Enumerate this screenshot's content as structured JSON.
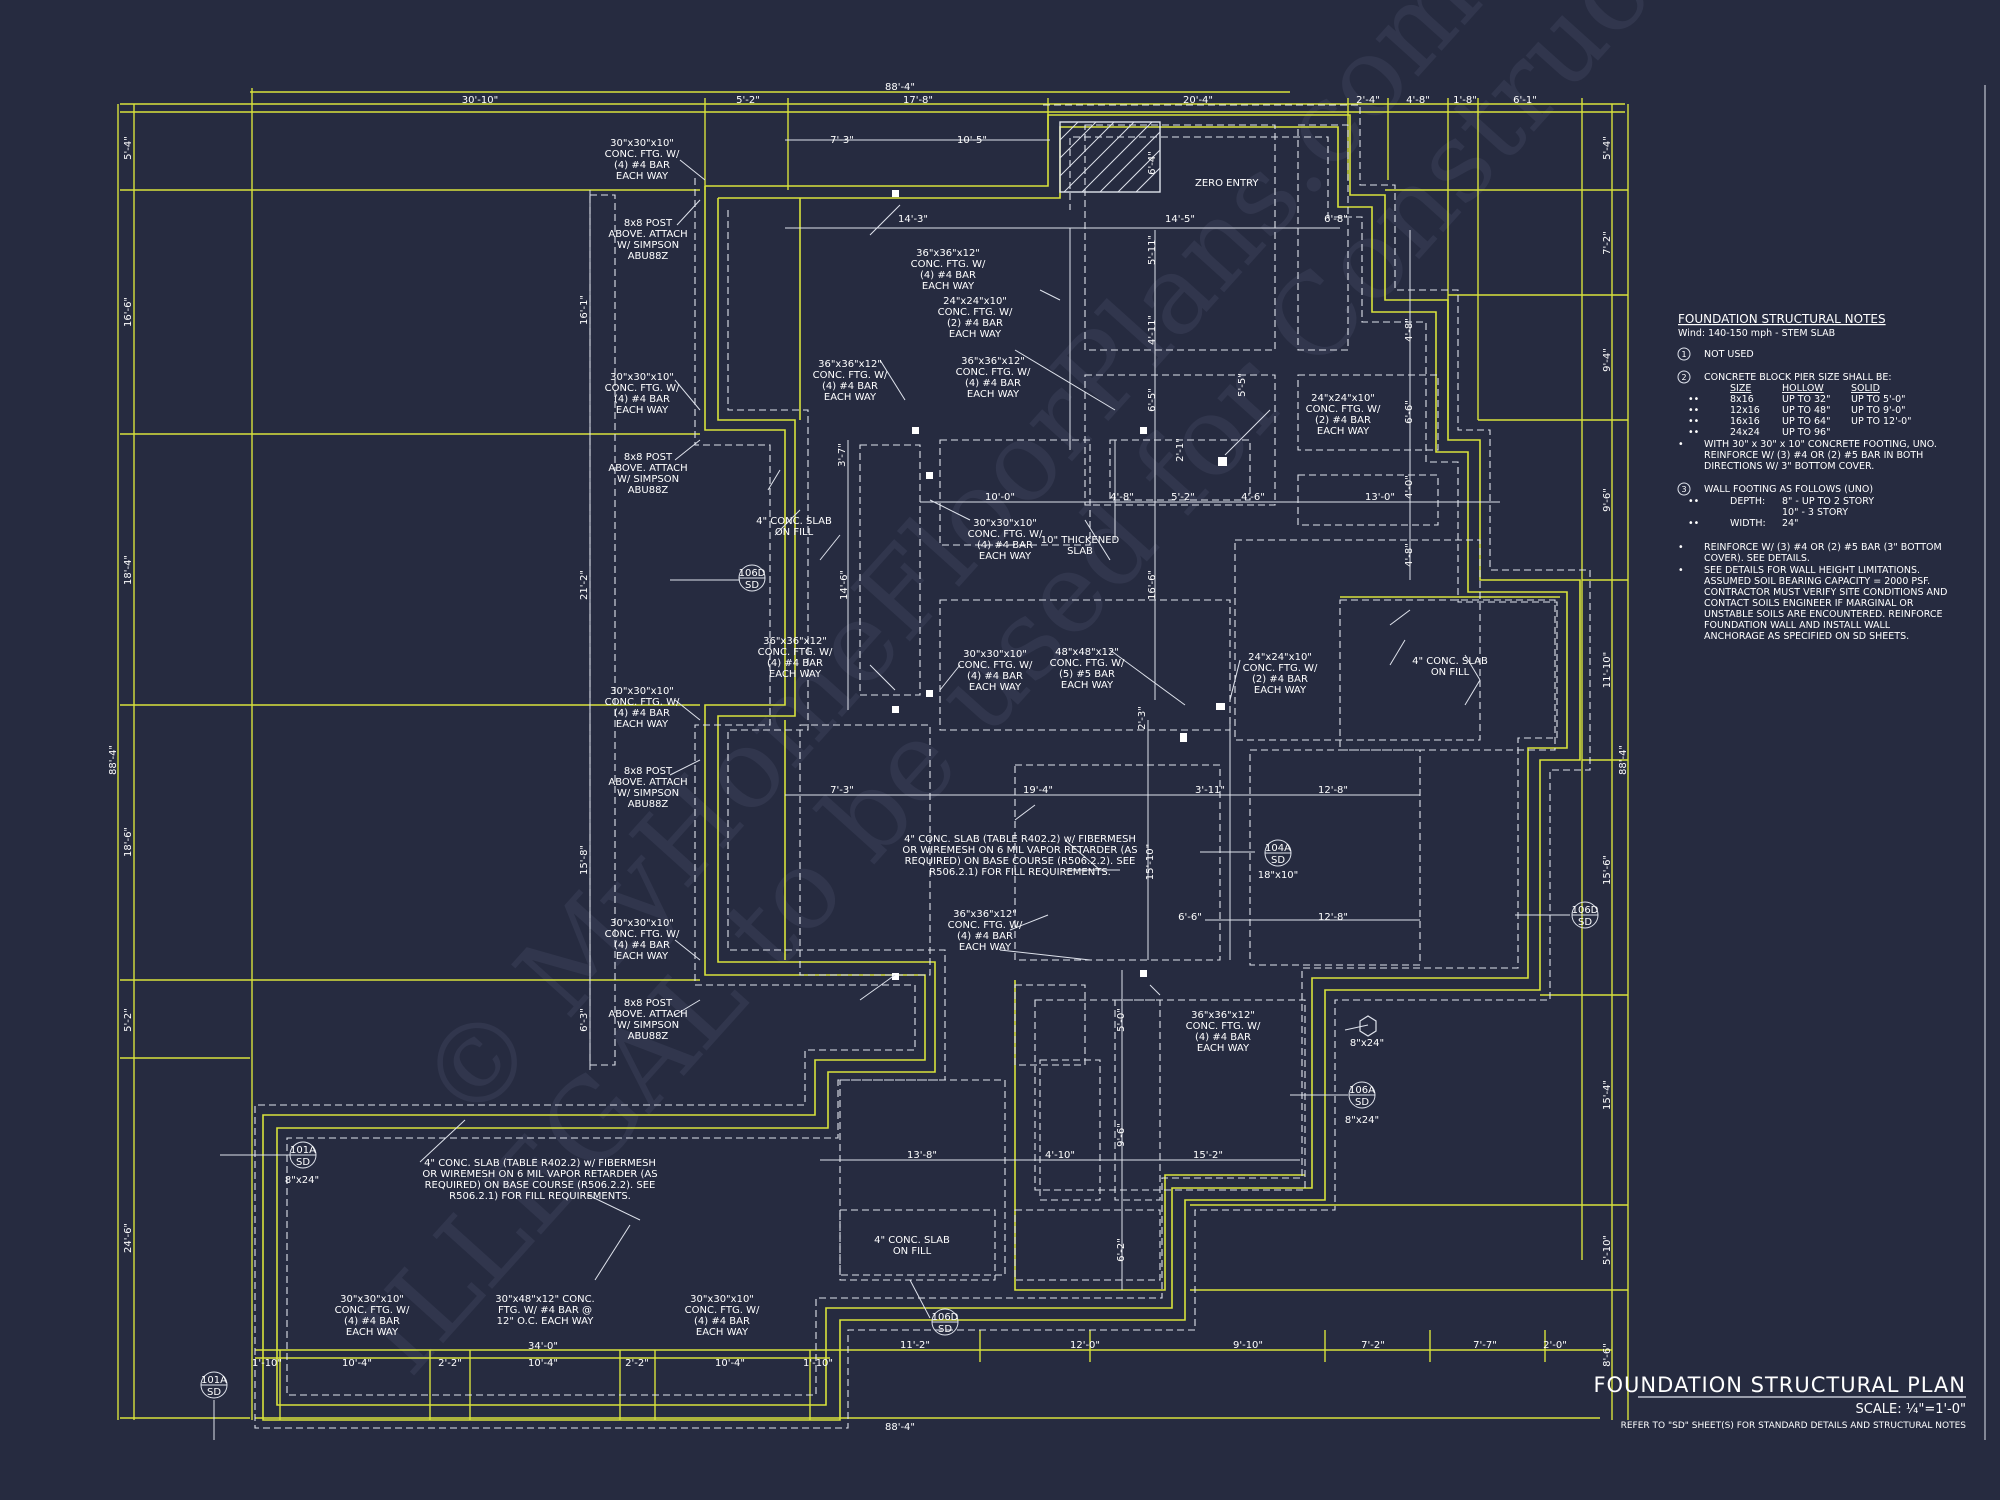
{
  "watermark": {
    "line1": "© MyHomeFloorPlans.com",
    "line2": "ILLEGAL to be used for Construction"
  },
  "title": {
    "main": "FOUNDATION STRUCTURAL PLAN",
    "scale": "SCALE: ¼\"=1'-0\"",
    "refer": "REFER TO \"SD\" SHEET(S) FOR STANDARD DETAILS AND STRUCTURAL NOTES"
  },
  "notes": {
    "heading": "FOUNDATION STRUCTURAL NOTES",
    "wind": "Wind: 140-150 mph - STEM SLAB",
    "n1_num": "1",
    "n1": "NOT USED",
    "n2_num": "2",
    "n2": "CONCRETE BLOCK PIER SIZE SHALL BE:",
    "pier_cols": [
      "SIZE",
      "HOLLOW",
      "SOLID"
    ],
    "pier_rows": [
      [
        "8x16",
        "UP TO 32\"",
        "UP TO 5'-0\""
      ],
      [
        "12x16",
        "UP TO 48\"",
        "UP TO 9'-0\""
      ],
      [
        "16x16",
        "UP TO 64\"",
        "UP TO 12'-0\""
      ],
      [
        "24x24",
        "UP TO 96\"",
        ""
      ]
    ],
    "n2b_l1": "WITH 30\" x 30\" x 10\" CONCRETE FOOTING, UNO.",
    "n2b_l2": "REINFORCE W/ (3) #4 OR (2) #5 BAR IN BOTH",
    "n2b_l3": "DIRECTIONS W/ 3\" BOTTOM COVER.",
    "n3_num": "3",
    "n3": "WALL FOOTING AS FOLLOWS (UNO)",
    "depth_label": "DEPTH:",
    "depth1": "8\" - UP TO 2 STORY",
    "depth2": "10\" - 3 STORY",
    "width_label": "WIDTH:",
    "width": "24\"",
    "r1_l1": "REINFORCE W/ (3) #4 OR (2) #5 BAR (3\" BOTTOM",
    "r1_l2": "COVER). SEE DETAILS.",
    "r2_l1": "SEE DETAILS FOR WALL HEIGHT LIMITATIONS.",
    "r2_l2": "ASSUMED SOIL BEARING CAPACITY = 2000 PSF.",
    "r2_l3": "CONTRACTOR MUST VERIFY SITE CONDITIONS AND",
    "r2_l4": "CONTACT SOILS ENGINEER IF MARGINAL OR",
    "r2_l5": "UNSTABLE SOILS ARE ENCOUNTERED. REINFORCE",
    "r2_l6": "FOUNDATION WALL AND INSTALL WALL",
    "r2_l7": "ANCHORAGE AS SPECIFIED ON SD SHEETS."
  },
  "dims": {
    "top_overall": "88'-4\"",
    "top": [
      "30'-10\"",
      "5'-2\"",
      "17'-8\"",
      "20'-4\"",
      "2'-4\"",
      "4'-8\"",
      "1'-8\"",
      "6'-1\""
    ],
    "bottom_overall": "88'-4\"",
    "bottom": [
      "11'-2\"",
      "12'-0\"",
      "9'-10\"",
      "7'-2\"",
      "7'-7\"",
      "2'-0\""
    ],
    "bottom_garage": [
      "1'-10\"",
      "10'-4\"",
      "2'-2\"",
      "10'-4\"",
      "2'-2\"",
      "10'-4\"",
      "1'-10\""
    ],
    "garage_overall": "34'-0\"",
    "left_overall": "88'-4\"",
    "left": [
      "5'-4\"",
      "16'-6\"",
      "18'-4\"",
      "18'-6\"",
      "5'-2\"",
      "24'-6\""
    ],
    "left_inner": [
      "16'-1\"",
      "21'-2\"",
      "15'-8\"",
      "6'-3\""
    ],
    "right_overall": "88'-4\"",
    "right": [
      "5'-4\"",
      "7'-2\"",
      "9'-4\"",
      "9'-6\"",
      "11'-10\"",
      "15'-6\"",
      "15'-4\"",
      "5'-10\"",
      "8'-6\""
    ],
    "interior": [
      "7'-3\"",
      "10'-5\"",
      "14'-3\"",
      "14'-5\"",
      "6'-8\"",
      "10'-0\"",
      "4'-8\"",
      "5'-2\"",
      "4'-6\"",
      "13'-0\"",
      "7'-3\"",
      "19'-4\"",
      "3'-11\"",
      "12'-8\"",
      "6'-6\"",
      "12'-8\"",
      "13'-8\"",
      "4'-10\"",
      "15'-2\""
    ],
    "interior_v": [
      "6'-4\"",
      "5'-11\"",
      "4'-11\"",
      "6'-5\"",
      "2'-1\"",
      "3'-7\"",
      "14'-6\"",
      "16'-6\"",
      "2'-3\"",
      "15'-10\"",
      "5'-0\"",
      "9'-6\"",
      "6'-2\"",
      "4'-8\"",
      "6'-6\"",
      "4'-0\"",
      "4'-8\"",
      "5'-5\""
    ]
  },
  "callouts": {
    "ftg30_l1": "30\"x30\"x10\"",
    "ftg_conc": "CONC. FTG. W/",
    "bar4": "(4) #4 BAR",
    "bar2": "(2) #4 BAR",
    "bar5": "(5) #5 BAR",
    "each_way": "EACH WAY",
    "ftg36_l1": "36\"x36\"x12\"",
    "ftg24_l1": "24\"x24\"x10\"",
    "ftg48_l1": "48\"x48\"x12\"",
    "post_l1": "8x8 POST",
    "post_l2": "ABOVE. ATTACH",
    "post_l3": "W/ SIMPSON",
    "post_l4": "ABU88Z",
    "zero_entry": "ZERO ENTRY",
    "slab_l1": "4\" CONC. SLAB",
    "slab_l2": "ON FILL",
    "thick_l1": "10\" THICKENED",
    "thick_l2": "SLAB",
    "big1": "4\" CONC. SLAB (TABLE R402.2) w/ FIBERMESH",
    "big2": "OR WIREMESH ON 6 MIL VAPOR RETARDER (AS",
    "big3": "REQUIRED) ON BASE COURSE (R506.2.2). SEE",
    "big4": "R506.2.1) FOR FILL REQUIREMENTS.",
    "gar_l1": "30\"x48\"x12\" CONC.",
    "gar_l2": "FTG. W/ #4 BAR @",
    "gar_l3": "12\" O.C. EACH WAY",
    "size18": "18\"x10\"",
    "size8": "8\"x24\"",
    "sd": "SD",
    "tags": [
      "106D",
      "104A",
      "106D",
      "106A",
      "101A",
      "106D",
      "101A"
    ]
  }
}
